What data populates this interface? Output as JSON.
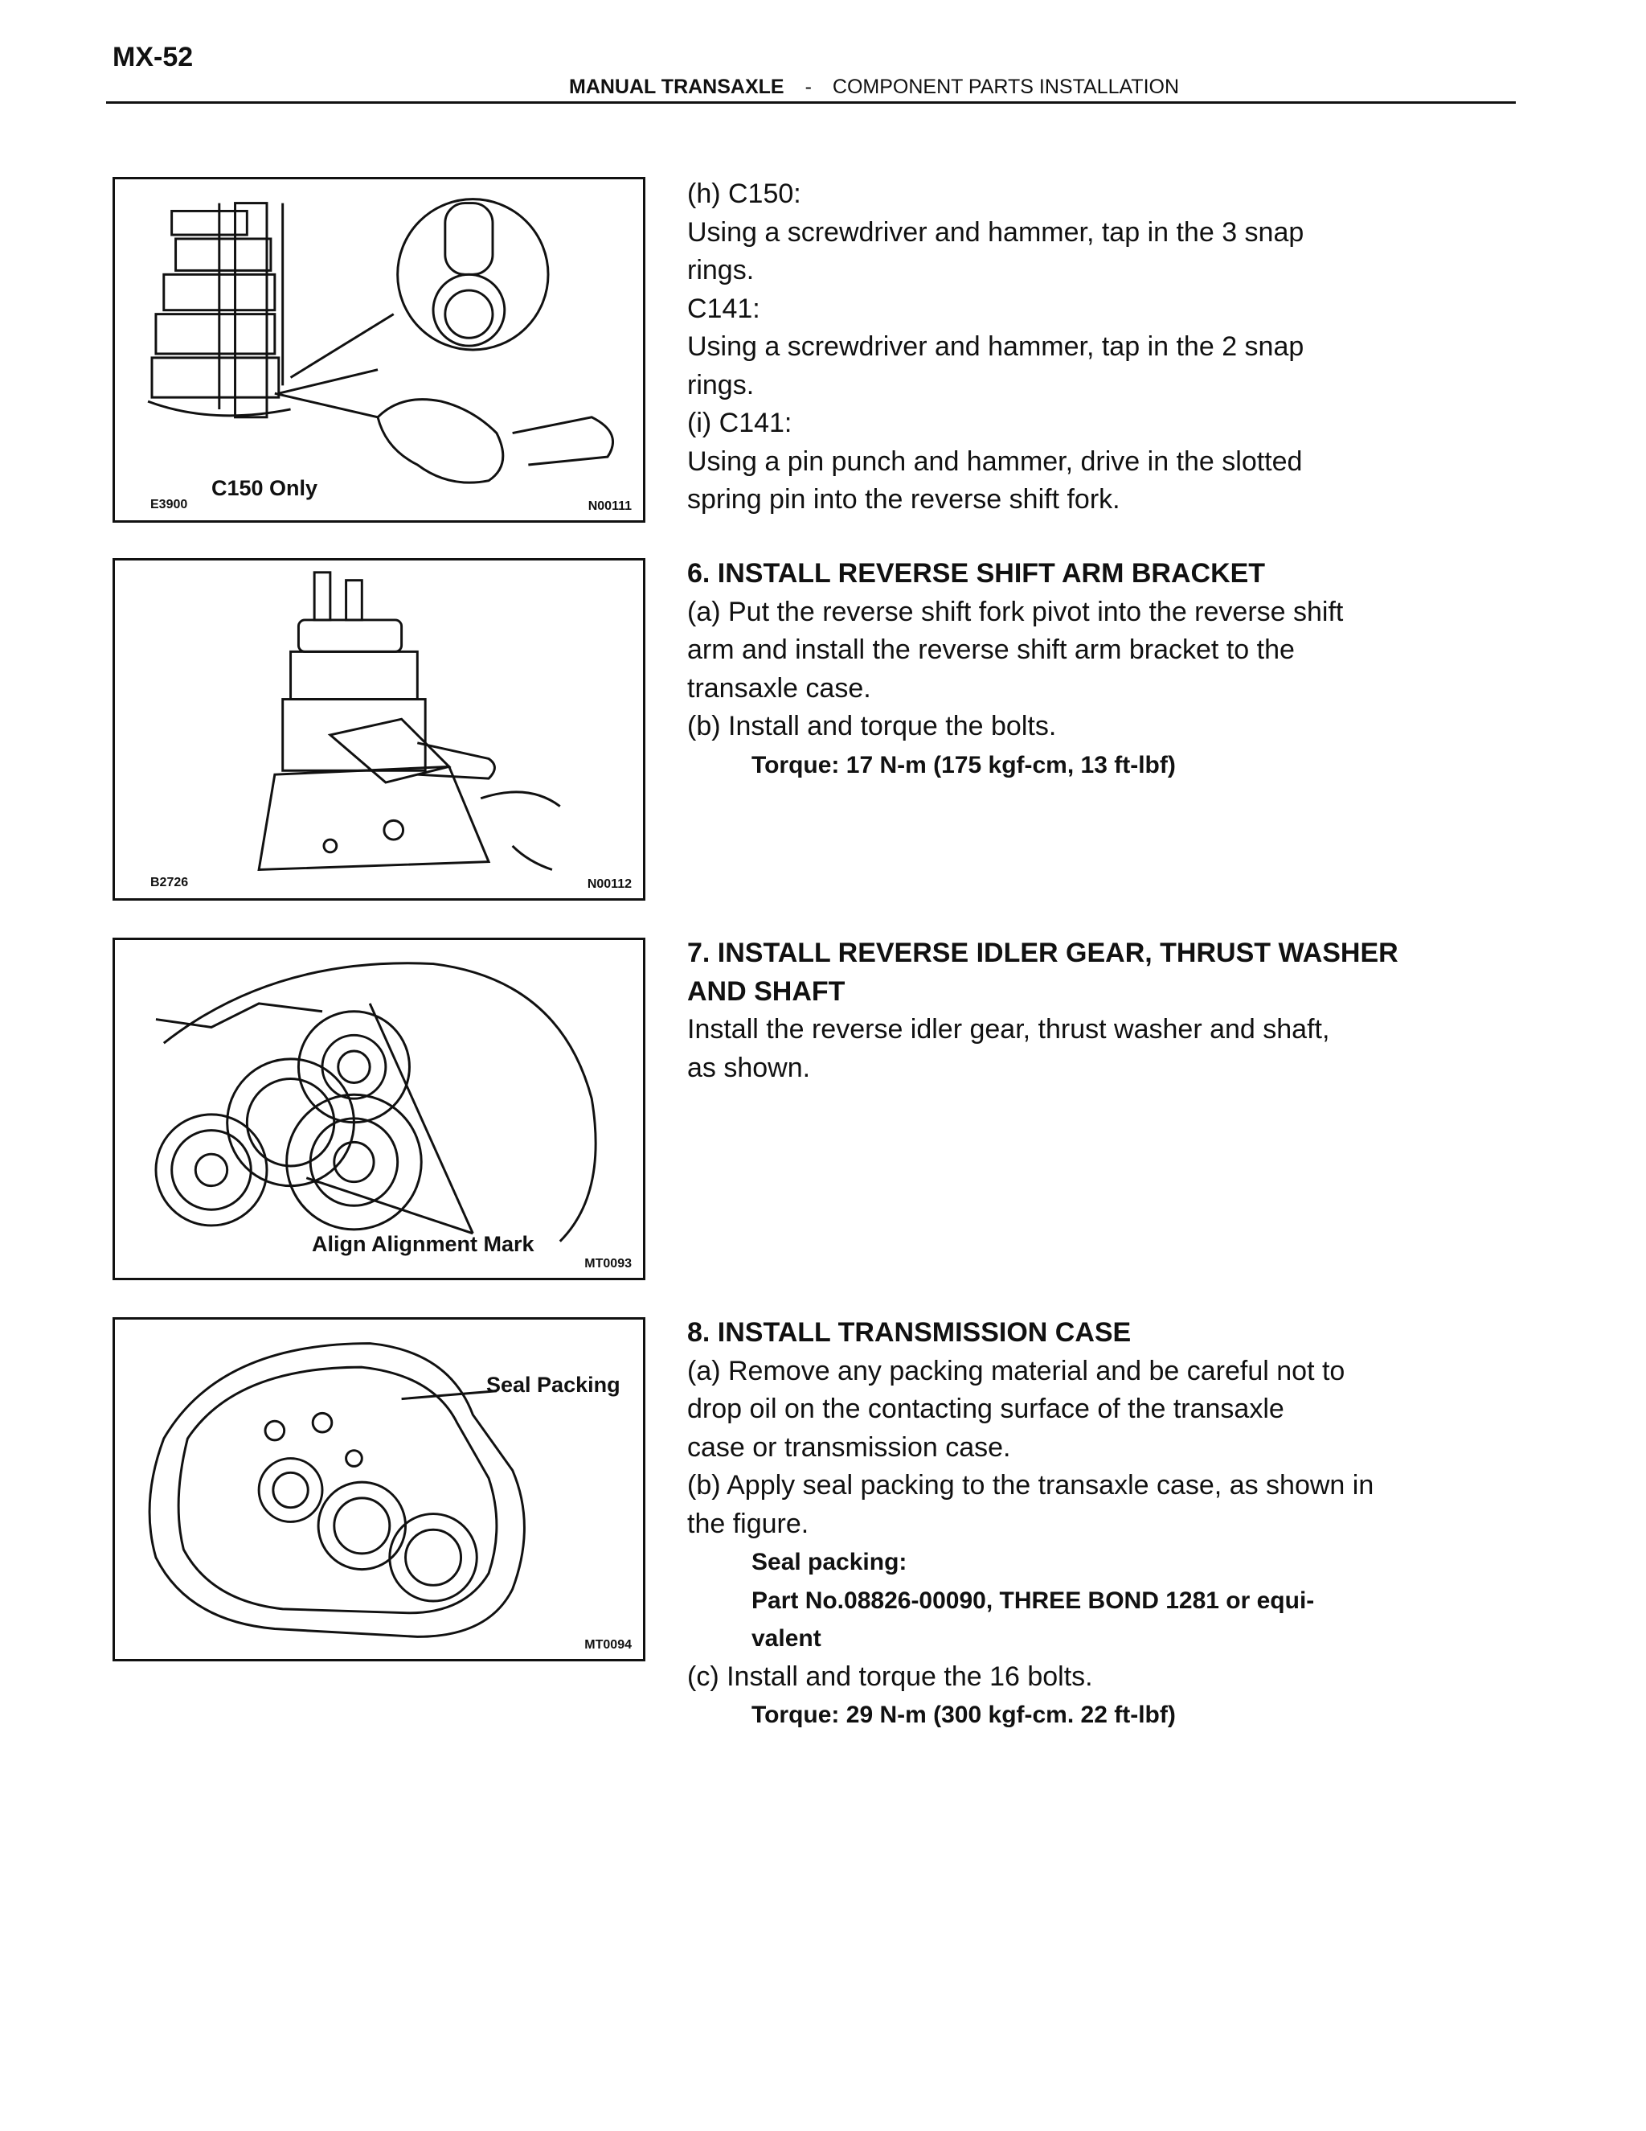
{
  "header": {
    "page_id": "MX-52",
    "section": "MANUAL TRANSAXLE",
    "separator": "-",
    "subsection": "COMPONENT PARTS INSTALLATION"
  },
  "figures": [
    {
      "code_left": "E3900",
      "code_right": "N00111",
      "caption": "C150 Only"
    },
    {
      "code_left": "B2726",
      "code_right": "N00112",
      "caption": ""
    },
    {
      "code_left": "",
      "code_right": "MT0093",
      "caption": "Align Alignment Mark"
    },
    {
      "code_left": "",
      "code_right": "MT0094",
      "caption": "Seal Packing"
    }
  ],
  "step_h": {
    "lines": [
      "(h) C150:",
      "Using a screwdriver and hammer, tap in the 3 snap",
      "rings.",
      "C141:",
      "Using a screwdriver and hammer, tap in the 2 snap",
      "rings.",
      "(i) C141:",
      "Using a pin punch and hammer, drive in the slotted",
      "spring pin into the reverse shift fork."
    ]
  },
  "step_6": {
    "title": "6. INSTALL REVERSE SHIFT ARM BRACKET",
    "lines": [
      "(a) Put the reverse shift fork pivot into the reverse shift",
      "arm and install the reverse shift arm bracket to the",
      "transaxle case.",
      "(b) Install and torque the bolts."
    ],
    "torque": "Torque: 17 N-m (175 kgf-cm, 13 ft-lbf)"
  },
  "step_7": {
    "title_line1": "7. INSTALL REVERSE IDLER GEAR, THRUST WASHER",
    "title_line2": "AND SHAFT",
    "lines": [
      "Install the reverse idler gear, thrust washer and shaft,",
      "as shown."
    ]
  },
  "step_8": {
    "title": "8. INSTALL TRANSMISSION CASE",
    "lines": [
      "(a) Remove any packing material and be careful not to",
      "drop oil on the contacting surface of the transaxle",
      "case or transmission case.",
      "(b) Apply seal packing to the transaxle case, as shown in",
      "the figure."
    ],
    "spec_label": "Seal packing:",
    "spec_line1": "Part No.08826-00090, THREE BOND 1281 or equi-",
    "spec_line2": "valent",
    "line_c": "(c) Install and torque the 16 bolts.",
    "torque": "Torque: 29 N-m (300 kgf-cm. 22 ft-lbf)"
  }
}
